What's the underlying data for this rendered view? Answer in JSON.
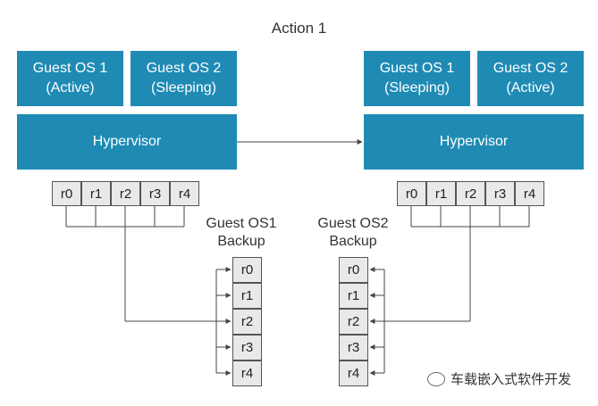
{
  "title": "Action 1",
  "left": {
    "guest1": {
      "line1": "Guest OS 1",
      "line2": "(Active)"
    },
    "guest2": {
      "line1": "Guest OS 2",
      "line2": "(Sleeping)"
    },
    "hypervisor": "Hypervisor",
    "registers": [
      "r0",
      "r1",
      "r2",
      "r3",
      "r4"
    ]
  },
  "right": {
    "guest1": {
      "line1": "Guest OS 1",
      "line2": "(Sleeping)"
    },
    "guest2": {
      "line1": "Guest OS 2",
      "line2": "(Active)"
    },
    "hypervisor": "Hypervisor",
    "registers": [
      "r0",
      "r1",
      "r2",
      "r3",
      "r4"
    ]
  },
  "backup1": {
    "line1": "Guest OS1",
    "line2": "Backup",
    "registers": [
      "r0",
      "r1",
      "r2",
      "r3",
      "r4"
    ]
  },
  "backup2": {
    "line1": "Guest OS2",
    "line2": "Backup",
    "registers": [
      "r0",
      "r1",
      "r2",
      "r3",
      "r4"
    ]
  },
  "watermark": "车载嵌入式软件开发",
  "colors": {
    "box": "#1f8bb5",
    "register_fill": "#e9e9e9",
    "line": "#444444"
  }
}
